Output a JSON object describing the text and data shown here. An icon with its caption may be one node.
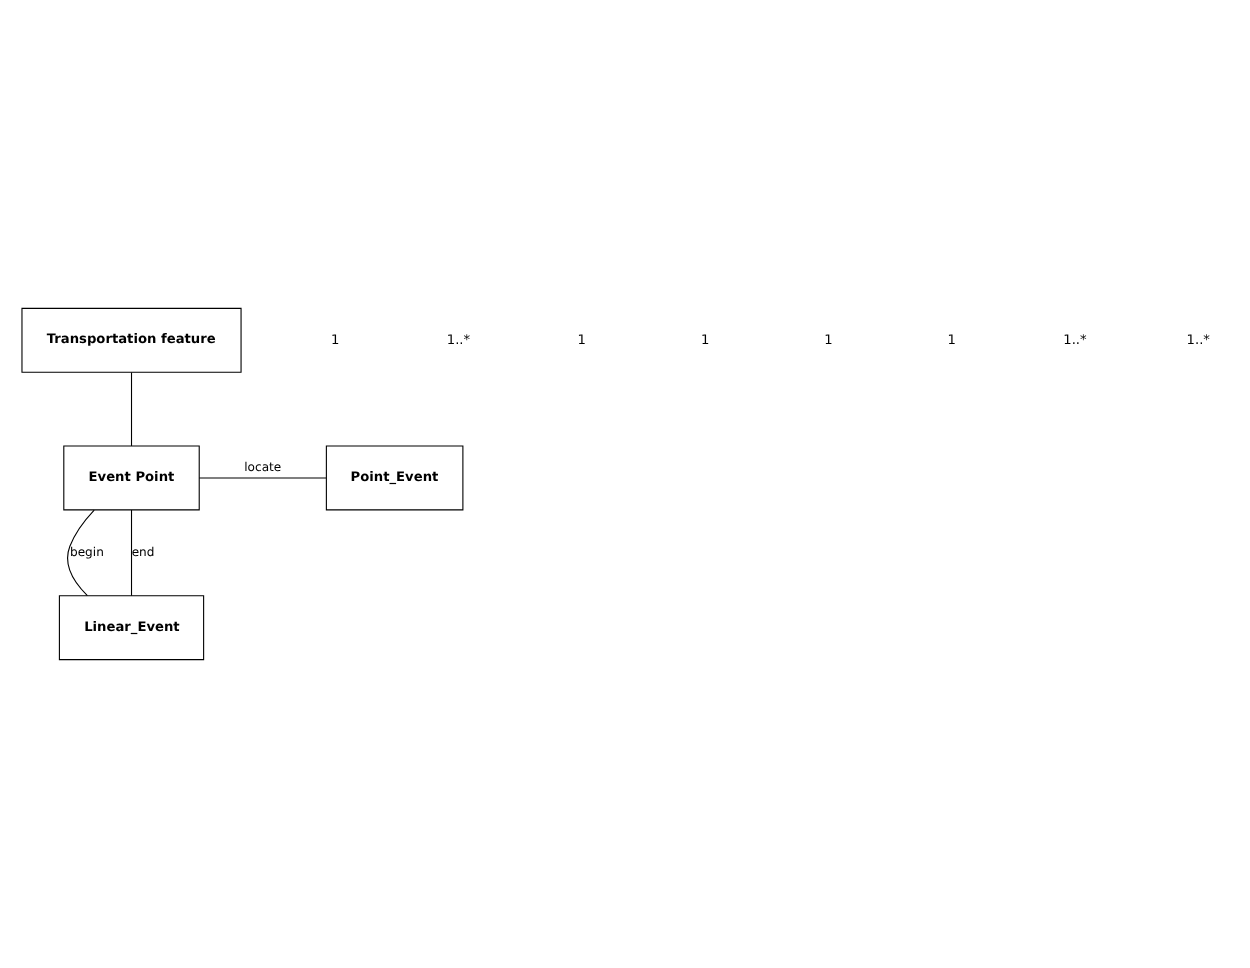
{
  "diagram": {
    "nodes": [
      {
        "text": [
          "Transportation feature"
        ]
      },
      {
        "text": [
          "Event Point"
        ]
      },
      {
        "text": [
          "Point_Event"
        ]
      },
      {
        "text": [
          "Linear_Event"
        ]
      }
    ],
    "edges": [
      {
        "from": 0,
        "to": 1,
        "arrow": "none"
      },
      {
        "from": 1,
        "to": 2,
        "arrow": "none",
        "label": "locate"
      },
      {
        "from": 1,
        "to": 3,
        "arrow": "none",
        "label": "begin"
      },
      {
        "from": 1,
        "to": 3,
        "arrow": "none",
        "label": "end"
      }
    ],
    "labels": [
      "1",
      "1..*",
      "1",
      "1",
      "1",
      "1",
      "1..*",
      "1..*"
    ]
  }
}
